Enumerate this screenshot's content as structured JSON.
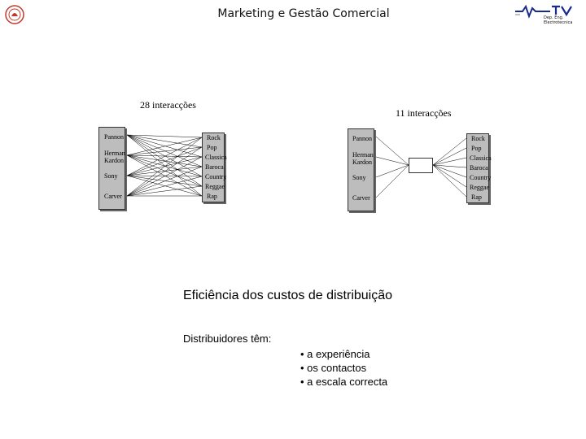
{
  "header": {
    "title": "Marketing e Gestão Comercial"
  },
  "logos": {
    "left": "university-seal",
    "right_lines": [
      "Dep. Eng.",
      "Electrotecnica"
    ]
  },
  "diagram_left": {
    "count": "28 interacções",
    "producers": [
      "Pannon",
      "Herman Kardon",
      "Sony",
      "Carver"
    ],
    "retailers": [
      "Rock",
      "Pop",
      "Classica",
      "Baroca",
      "Country",
      "Reggae",
      "Rap"
    ]
  },
  "diagram_right": {
    "count": "11 interacções",
    "producers": [
      "Pannon",
      "Herman Kardon",
      "Sony",
      "Carver"
    ],
    "retailers": [
      "Rock",
      "Pop",
      "Classica",
      "Baroca",
      "Country",
      "Reggae",
      "Rap"
    ]
  },
  "subtitle": "Eficiência dos custos de distribuição",
  "distributors_label": "Distribuidores têm:",
  "bullets": [
    "• a experiência",
    "• os contactos",
    "• a escala correcta"
  ],
  "colors": {
    "box_fill": "#bdbdbd",
    "line": "#000000"
  }
}
